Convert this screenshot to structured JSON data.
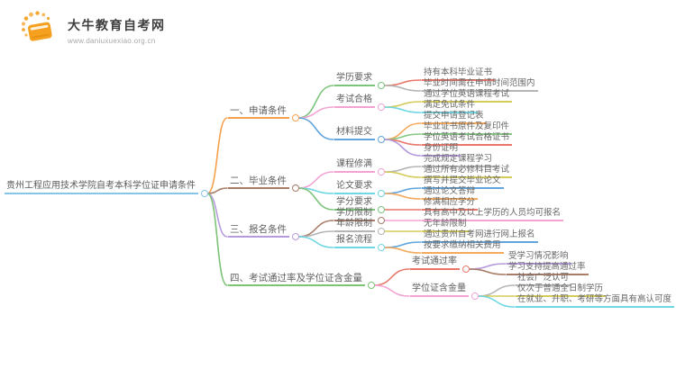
{
  "logo": {
    "icon": "book-sunburst-icon",
    "title": "大牛教育自考网",
    "url": "www.daniuxuexiao.org.cn",
    "brand_color": "#f6a01f"
  },
  "mindmap": {
    "root": {
      "label": "贵州工程应用技术学院自考本科学位证申请条件",
      "color": "#85c5ea"
    },
    "branches": [
      {
        "label": "一、申请条件",
        "color": "#f5a04c",
        "children": [
          {
            "label": "学历要求",
            "color": "#7cc47c",
            "children": [
              {
                "label": "持有本科毕业证书",
                "color": "#e8776a"
              },
              {
                "label": "毕业时间需在申请时间范围内",
                "color": "#b5b5b5"
              }
            ]
          },
          {
            "label": "考试合格",
            "color": "#f2a3d2",
            "children": [
              {
                "label": "通过学位英语课程考试",
                "color": "#d4cb5a"
              },
              {
                "label": "满足免试条件",
                "color": "#6fd6e4"
              }
            ]
          },
          {
            "label": "材料提交",
            "color": "#62a4dc",
            "children": [
              {
                "label": "提交申请登记表",
                "color": "#f5a95c"
              },
              {
                "label": "毕业证书原件及复印件",
                "color": "#85c985"
              },
              {
                "label": "学位英语考试合格证书",
                "color": "#e8776a"
              },
              {
                "label": "身份证明",
                "color": "#b49add"
              }
            ]
          }
        ]
      },
      {
        "label": "二、毕业条件",
        "color": "#a97c68",
        "children": [
          {
            "label": "课程修满",
            "color": "#f2a3d2",
            "children": [
              {
                "label": "完成规定课程学习",
                "color": "#b5b5b5"
              },
              {
                "label": "通过所有必修科目考试",
                "color": "#d4cb5a"
              }
            ]
          },
          {
            "label": "论文要求",
            "color": "#6fd6e4",
            "children": [
              {
                "label": "撰写并提交毕业论文",
                "color": "#62a4dc"
              },
              {
                "label": "通过论文答辩",
                "color": "#f5a95c"
              }
            ]
          },
          {
            "label": "学分要求",
            "color": "#7cc47c",
            "children": [
              {
                "label": "修满相应学分",
                "color": "#e8776a"
              }
            ]
          }
        ]
      },
      {
        "label": "三、报名条件",
        "color": "#b79bdf",
        "children": [
          {
            "label": "学历限制",
            "color": "#a97c68",
            "children": [
              {
                "label": "具有高中及以上学历的人员均可报名",
                "color": "#f2a3d2"
              }
            ]
          },
          {
            "label": "年龄限制",
            "color": "#b5b5b5",
            "children": [
              {
                "label": "无年龄限制",
                "color": "#d4cb5a"
              }
            ]
          },
          {
            "label": "报名流程",
            "color": "#6fd6e4",
            "children": [
              {
                "label": "通过贵州自考网进行网上报名",
                "color": "#62a4dc"
              },
              {
                "label": "按要求缴纳相关费用",
                "color": "#f5a95c"
              }
            ]
          }
        ]
      },
      {
        "label": "四、考试通过率及学位证含金量",
        "color": "#7cc376",
        "children": [
          {
            "label": "考试通过率",
            "color": "#e8776a",
            "children": [
              {
                "label": "受学习情况影响",
                "color": "#b49add"
              },
              {
                "label": "学习支持提高通过率",
                "color": "#a97c68"
              }
            ]
          },
          {
            "label": "学位证含金量",
            "color": "#f2a3d2",
            "children": [
              {
                "label": "社会广泛认可",
                "color": "#b5b5b5"
              },
              {
                "label": "仅次于普通全日制学历",
                "color": "#d4cb5a"
              },
              {
                "label": "在就业、升职、考研等方面具有高认可度",
                "color": "#6fd6e4"
              }
            ]
          }
        ]
      }
    ]
  }
}
